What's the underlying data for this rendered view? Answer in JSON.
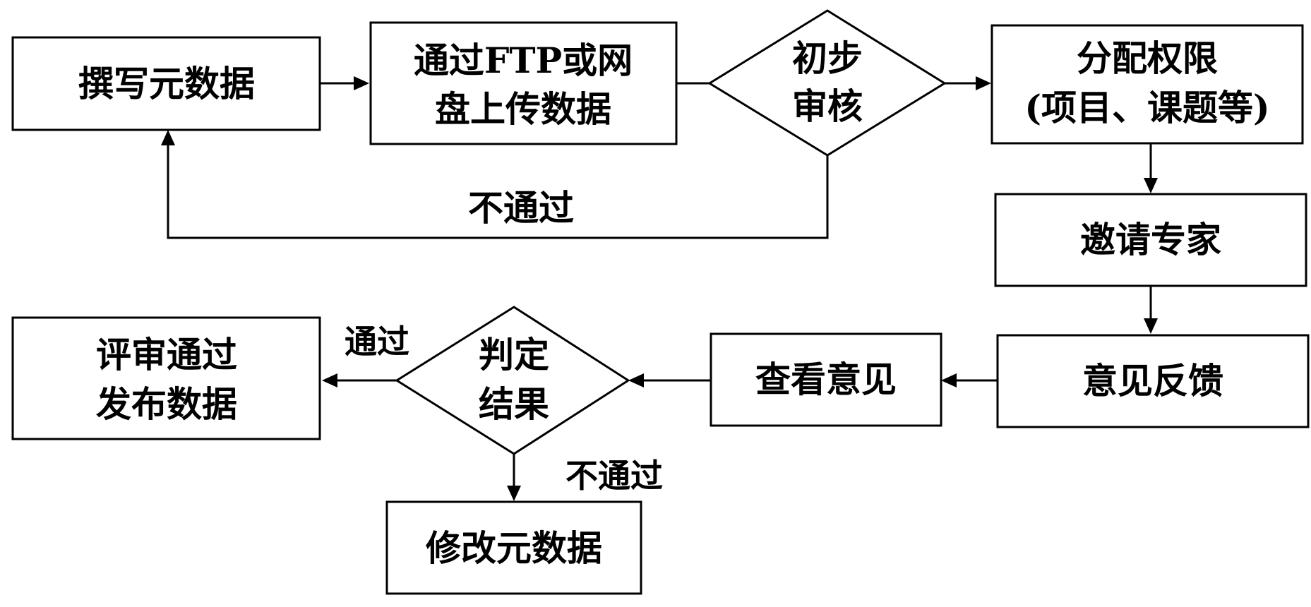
{
  "nodes": {
    "write_metadata": "撰写元数据",
    "upload_line1": "通过FTP或网",
    "upload_line2": "盘上传数据",
    "initial_review_line1": "初步",
    "initial_review_line2": "审核",
    "assign_perm_line1": "分配权限",
    "assign_perm_line2": "(项目、课题等)",
    "invite_experts": "邀请专家",
    "feedback": "意见反馈",
    "view_opinions": "查看意见",
    "judge_line1": "判定",
    "judge_line2": "结果",
    "publish_line1": "评审通过",
    "publish_line2": "发布数据",
    "modify_metadata": "修改元数据"
  },
  "edge_labels": {
    "fail_initial": "不通过",
    "pass_judge": "通过",
    "fail_judge": "不通过"
  },
  "colors": {
    "stroke": "#000000",
    "fill": "#ffffff",
    "text": "#000000"
  }
}
